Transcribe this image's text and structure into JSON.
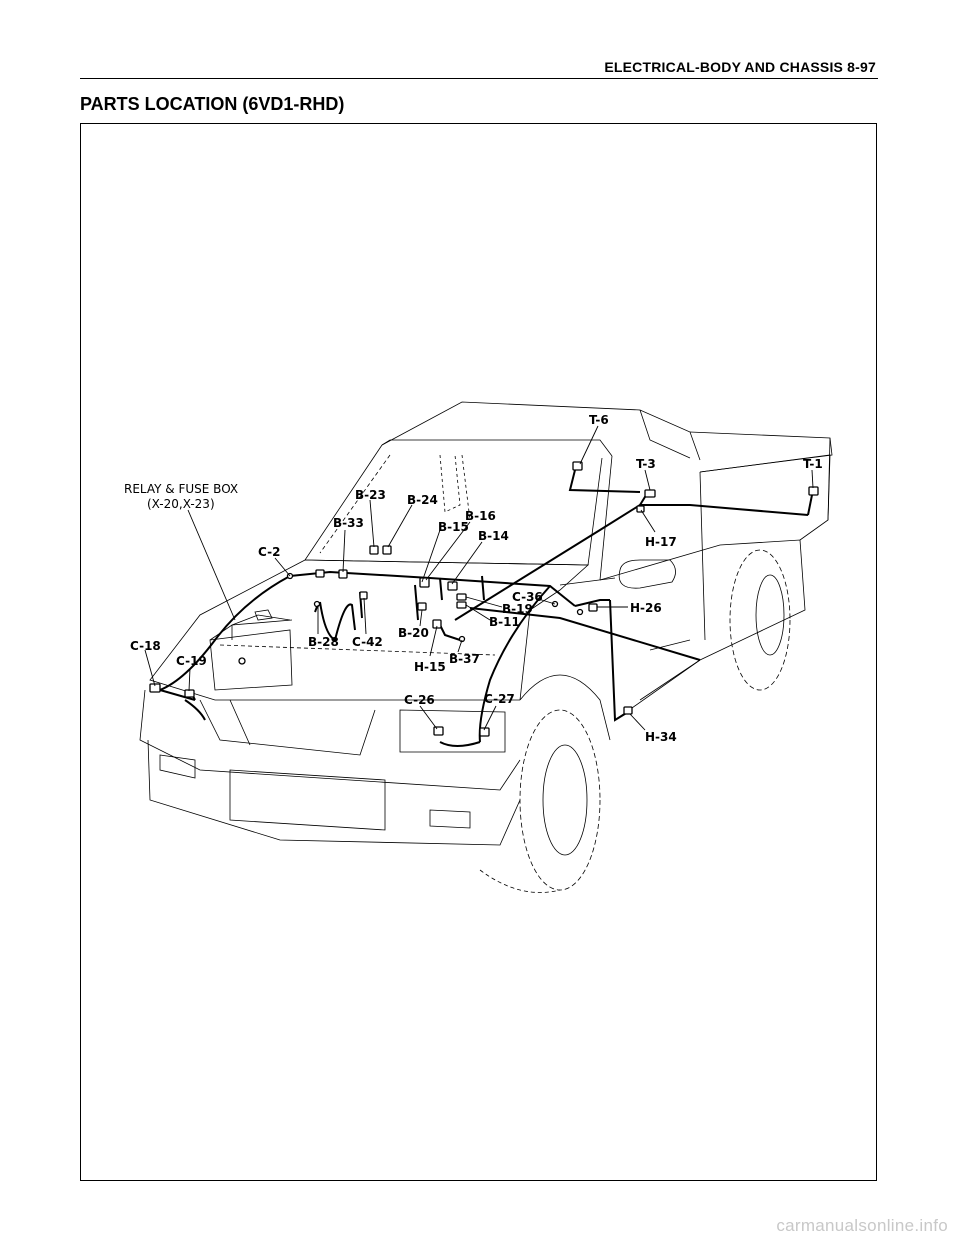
{
  "header": {
    "title": "ELECTRICAL-BODY AND CHASSIS  8-97"
  },
  "section": {
    "title": "PARTS LOCATION (6VD1-RHD)"
  },
  "diagram": {
    "relay_box_label": "RELAY & FUSE BOX",
    "relay_box_sub": "(X-20,X-23)",
    "connectors": [
      "T-6",
      "T-3",
      "T-1",
      "H-17",
      "B-23",
      "B-24",
      "B-16",
      "B-15",
      "B-33",
      "B-14",
      "C-2",
      "C-36",
      "B-19",
      "H-26",
      "B-11",
      "B-28",
      "C-42",
      "B-20",
      "B-37",
      "H-15",
      "C-18",
      "C-19",
      "C-26",
      "C-27",
      "H-34"
    ]
  },
  "watermark": "carmanualsonline.info"
}
